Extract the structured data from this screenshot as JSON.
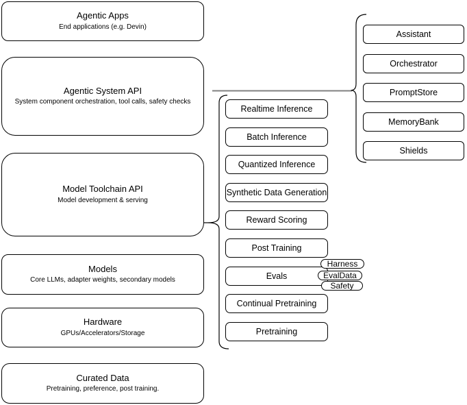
{
  "diagram": {
    "left_stack": [
      {
        "title": "Agentic Apps",
        "subtitle": "End applications (e.g. Devin)"
      },
      {
        "title": "Agentic System API",
        "subtitle": "System component orchestration, tool calls, safety checks"
      },
      {
        "title": "Model Toolchain API",
        "subtitle": "Model development & serving"
      },
      {
        "title": "Models",
        "subtitle": "Core LLMs, adapter weights, secondary models"
      },
      {
        "title": "Hardware",
        "subtitle": "GPUs/Accelerators/Storage"
      },
      {
        "title": "Curated Data",
        "subtitle": "Pretraining, preference, post training."
      }
    ],
    "toolchain_services": [
      "Realtime Inference",
      "Batch Inference",
      "Quantized Inference",
      "Synthetic Data Generation",
      "Reward Scoring",
      "Post Training",
      "Evals",
      "Continual Pretraining",
      "Pretraining"
    ],
    "eval_tags": [
      "Harness",
      "EvalData",
      "Safety"
    ],
    "system_components": [
      "Assistant",
      "Orchestrator",
      "PromptStore",
      "MemoryBank",
      "Shields"
    ],
    "colors": {
      "stroke": "#000000",
      "fill": "#ffffff",
      "connector": "#808080"
    }
  }
}
